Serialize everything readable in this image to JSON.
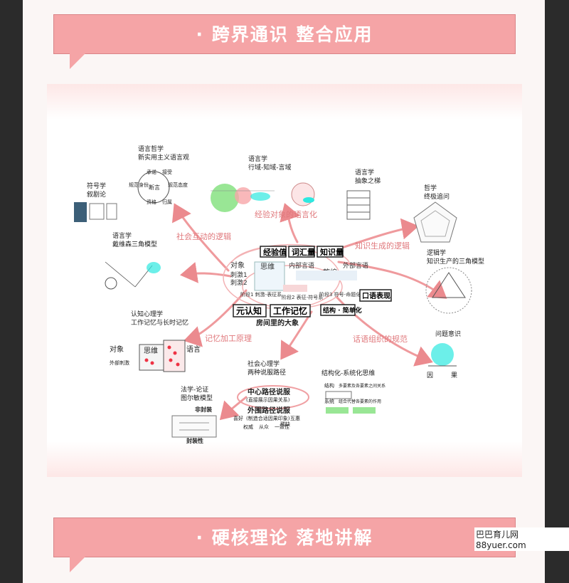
{
  "banners": {
    "top": "· 跨界通识  整合应用",
    "bottom": "· 硬核理论  落地讲解"
  },
  "watermark": "巴巴育儿网 88yuer.com",
  "map": {
    "center": {
      "title": "房间里的大象",
      "object": "对象",
      "thinking": "思维",
      "stim1": "刺激1",
      "stim2": "刺激2",
      "inner": "内部言语",
      "outer": "外部言语",
      "organize": "整编",
      "boxes_top": [
        "经验值",
        "词汇量",
        "知识量"
      ],
      "boxes_bottom": [
        "元认知",
        "工作记忆"
      ],
      "box_oral": "口语表现",
      "box_struct": "结构 · 简单化",
      "stage1": "阶段1 刺激-表征系",
      "stage2": "阶段2 表征-符号系",
      "stage3": "阶段3 符号-命题化"
    },
    "branch_labels": {
      "experience": "经验对象的语言化",
      "social": "社会互动的逻辑",
      "knowledge": "知识生成的逻辑",
      "memory": "记忆加工原理",
      "speech": "话语组织的规范"
    },
    "nodes": {
      "phil_lang": [
        "语言哲学",
        "新实用主义语言观"
      ],
      "phil_circle": [
        "承诺",
        "接受",
        "规范身份",
        "断言",
        "规范态度",
        "资格",
        "归属"
      ],
      "ling_field": [
        "语言学",
        "行域-知域-言域"
      ],
      "ling_ladder": [
        "语言学",
        "抽象之梯"
      ],
      "semiotics": [
        "符号学",
        "叙剧论"
      ],
      "philosophy": [
        "哲学",
        "终极追问"
      ],
      "ling_triangle": [
        "语言学",
        "戴维森三角模型"
      ],
      "logic_triangle": [
        "逻辑学",
        "知识生产的三角模型"
      ],
      "cog_psy": [
        "认知心理学",
        "工作记忆与长时记忆"
      ],
      "memory_labels": [
        "对象",
        "思维",
        "语言",
        "外部刺激"
      ],
      "problem": [
        "问题意识",
        "因",
        "果"
      ],
      "social_psy": [
        "社会心理学",
        "两种说服路径"
      ],
      "routes": [
        "中心路径说服",
        "(直接展示因果关系)",
        "外围路径说服",
        "(制造合适因果印象)",
        "喜好",
        "权威",
        "从众",
        "一致性",
        "互惠",
        "稀缺"
      ],
      "structured": "结构化-系统化思维",
      "struct_labels": [
        "结构",
        "系统",
        "多要素及各要素之间关系",
        "组合代替各要素的作用"
      ],
      "law": [
        "法学-论证",
        "图尔敏模型"
      ],
      "law_labels": [
        "非封装",
        "封装性"
      ]
    }
  },
  "colors": {
    "banner": "#f5a4a6",
    "accent": "#e8888b",
    "cyan": "#2ee8e0",
    "green": "#7fe07a"
  }
}
